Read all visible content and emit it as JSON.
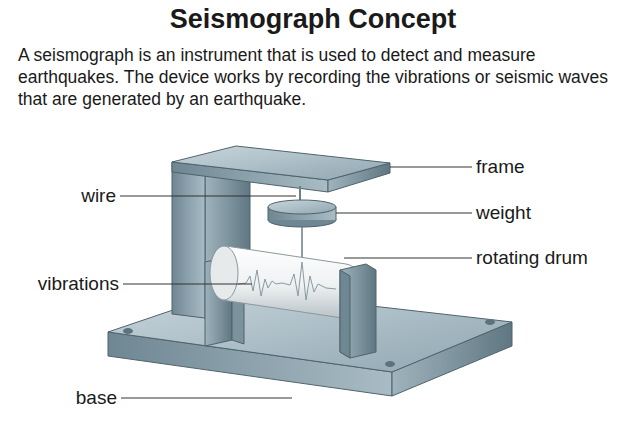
{
  "diagram": {
    "title": "Seismograph Concept",
    "caption": "A seismograph is an instrument that is used to detect and measure earthquakes. The device works by recording the vibrations or seismic waves that are generated by an earthquake.",
    "labels": [
      "frame",
      "wire",
      "weight",
      "rotating drum",
      "vibrations",
      "base"
    ]
  }
}
